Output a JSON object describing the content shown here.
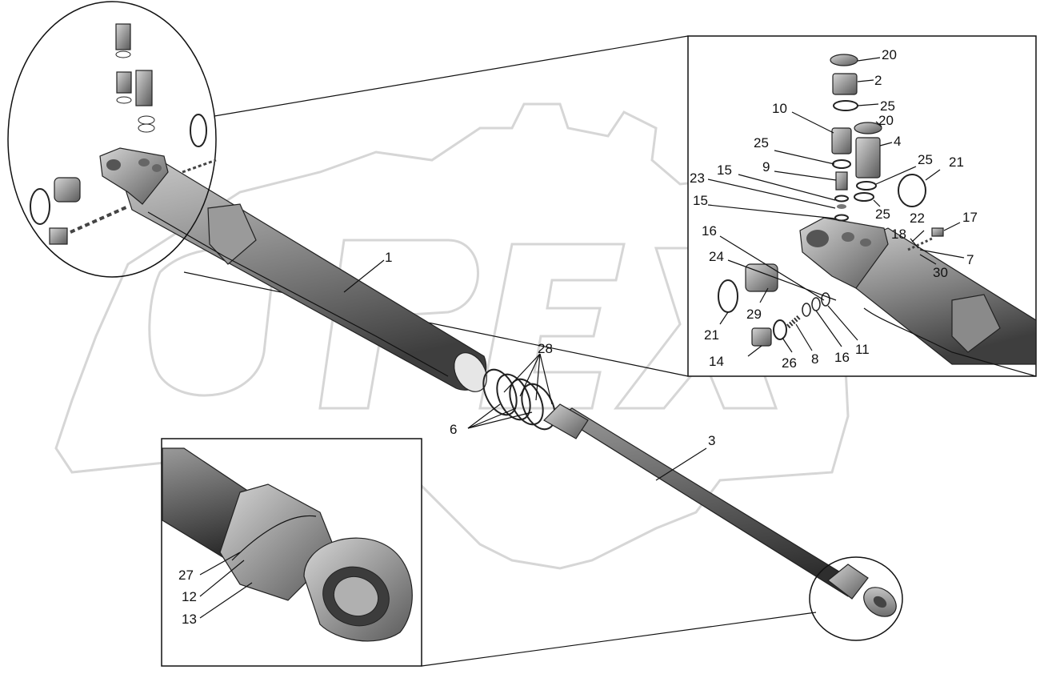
{
  "callouts": [
    {
      "id": "c1",
      "text": "1"
    },
    {
      "id": "c3",
      "text": "3"
    },
    {
      "id": "c6",
      "text": "6"
    },
    {
      "id": "c28",
      "text": "28"
    },
    {
      "id": "c20a",
      "text": "20"
    },
    {
      "id": "c2",
      "text": "2"
    },
    {
      "id": "c25a",
      "text": "25"
    },
    {
      "id": "c10",
      "text": "10"
    },
    {
      "id": "c20b",
      "text": "20"
    },
    {
      "id": "c25b",
      "text": "25"
    },
    {
      "id": "c4",
      "text": "4"
    },
    {
      "id": "c9",
      "text": "9"
    },
    {
      "id": "c15a",
      "text": "15"
    },
    {
      "id": "c23",
      "text": "23"
    },
    {
      "id": "c25c",
      "text": "25"
    },
    {
      "id": "c21a",
      "text": "21"
    },
    {
      "id": "c15b",
      "text": "15"
    },
    {
      "id": "c25d",
      "text": "25"
    },
    {
      "id": "c22",
      "text": "22"
    },
    {
      "id": "c17",
      "text": "17"
    },
    {
      "id": "c16a",
      "text": "16"
    },
    {
      "id": "c18",
      "text": "18"
    },
    {
      "id": "c24",
      "text": "24"
    },
    {
      "id": "c7",
      "text": "7"
    },
    {
      "id": "c30",
      "text": "30"
    },
    {
      "id": "c29",
      "text": "29"
    },
    {
      "id": "c21b",
      "text": "21"
    },
    {
      "id": "c11",
      "text": "11"
    },
    {
      "id": "c14",
      "text": "14"
    },
    {
      "id": "c26",
      "text": "26"
    },
    {
      "id": "c8",
      "text": "8"
    },
    {
      "id": "c16b",
      "text": "16"
    },
    {
      "id": "c27",
      "text": "27"
    },
    {
      "id": "c12",
      "text": "12"
    },
    {
      "id": "c13",
      "text": "13"
    }
  ],
  "watermark": {
    "text": "OPEX",
    "color": "#d6d6d6"
  },
  "colors": {
    "metal_dark": "#555555",
    "metal_mid": "#8a8a8a",
    "metal_light": "#c8c8c8"
  }
}
